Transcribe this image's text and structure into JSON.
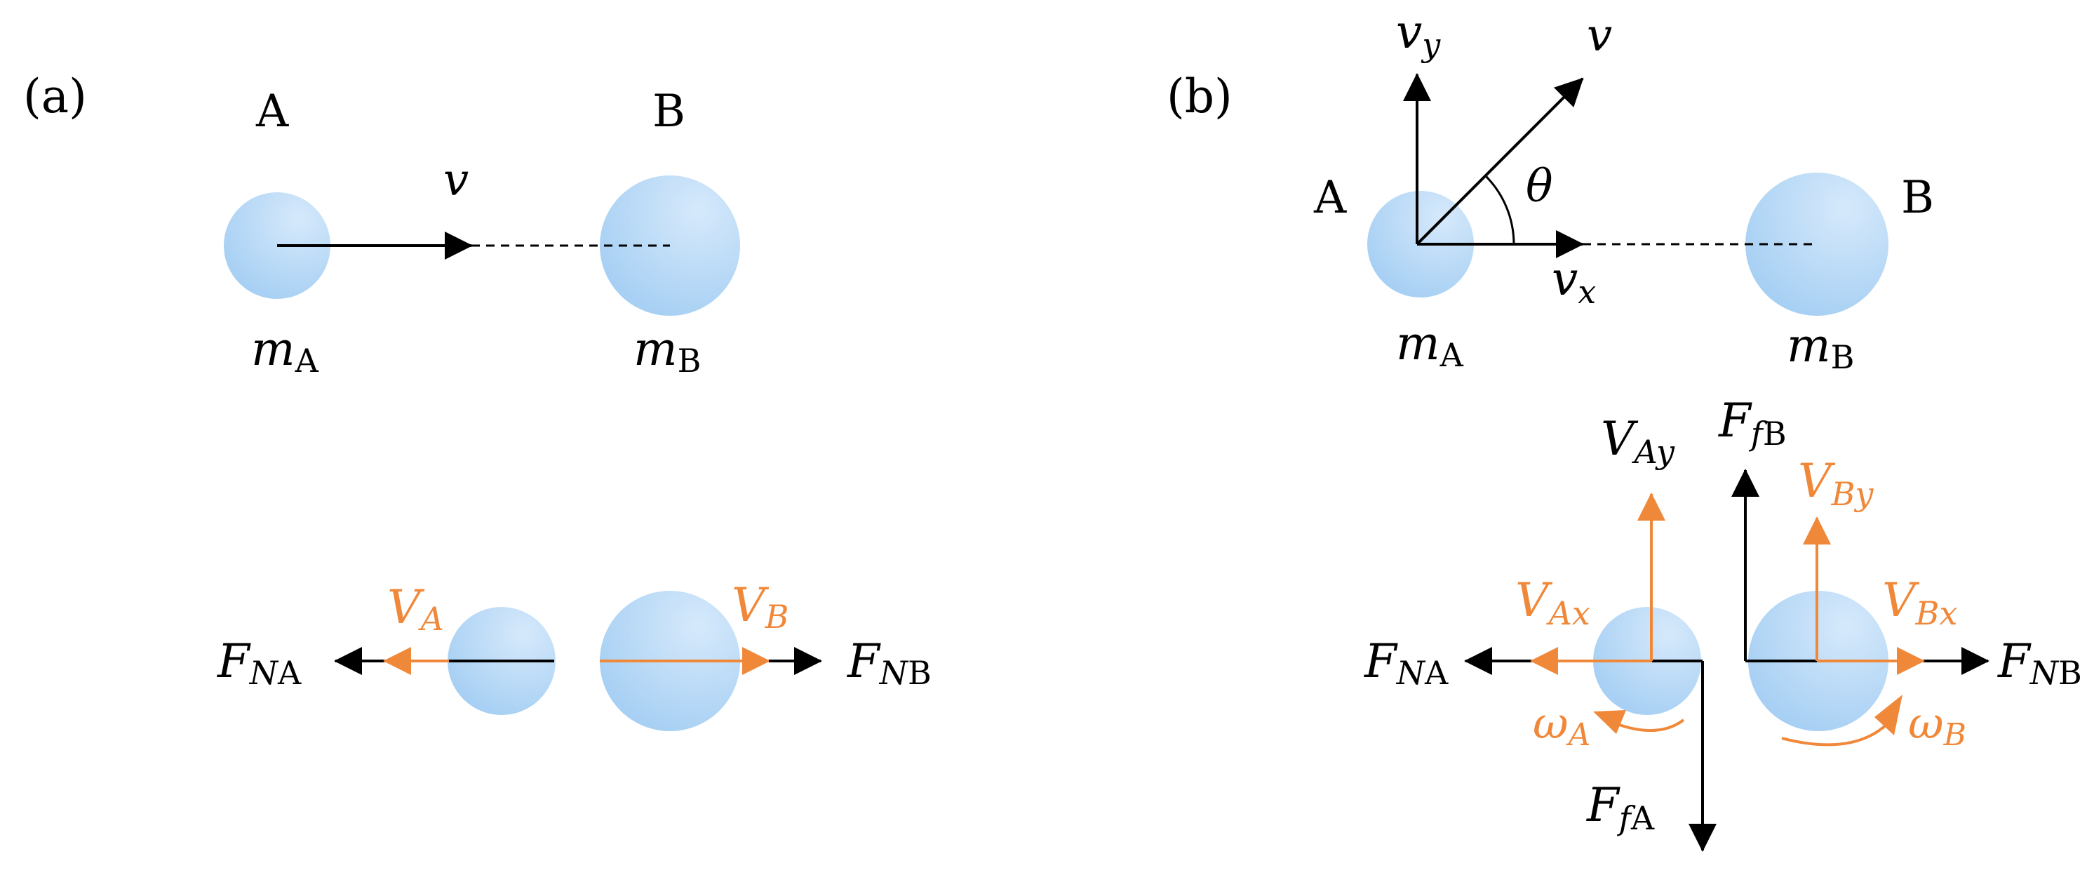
{
  "panel_a": {
    "label": "(a)",
    "label_A": "A",
    "label_B": "B",
    "v": "v",
    "mA_main": "m",
    "mA_sub": "A",
    "mB_main": "m",
    "mB_sub": "B",
    "VA_main": "V",
    "VA_sub": "A",
    "VB_main": "V",
    "VB_sub": "B",
    "FNA_main": "F",
    "FNA_sub_italic": "N",
    "FNA_sub": "A",
    "FNB_main": "F",
    "FNB_sub_italic": "N",
    "FNB_sub": "B"
  },
  "panel_b": {
    "label": "(b)",
    "label_A": "A",
    "label_B": "B",
    "v": "v",
    "vy_main": "v",
    "vy_sub": "y",
    "vx_main": "v",
    "vx_sub": "x",
    "theta": "θ",
    "mA_main": "m",
    "mA_sub": "A",
    "mB_main": "m",
    "mB_sub": "B",
    "VAy_main": "V",
    "VAy_sub": "Ay",
    "VBy_main": "V",
    "VBy_sub": "By",
    "VAx_main": "V",
    "VAx_sub": "Ax",
    "VBx_main": "V",
    "VBx_sub": "Bx",
    "FfB_main": "F",
    "FfB_sub_italic": "f",
    "FfB_sub": "B",
    "FfA_main": "F",
    "FfA_sub_italic": "f",
    "FfA_sub": "A",
    "FNA_main": "F",
    "FNA_sub_italic": "N",
    "FNA_sub": "A",
    "FNB_main": "F",
    "FNB_sub_italic": "N",
    "FNB_sub": "B",
    "wA_main": "ω",
    "wA_sub": "A",
    "wB_main": "ω",
    "wB_sub": "B"
  },
  "colors": {
    "ball_light": "#d6e9fb",
    "ball_dark": "#9ecbf2",
    "orange": "#f0883a",
    "black": "#000000"
  }
}
